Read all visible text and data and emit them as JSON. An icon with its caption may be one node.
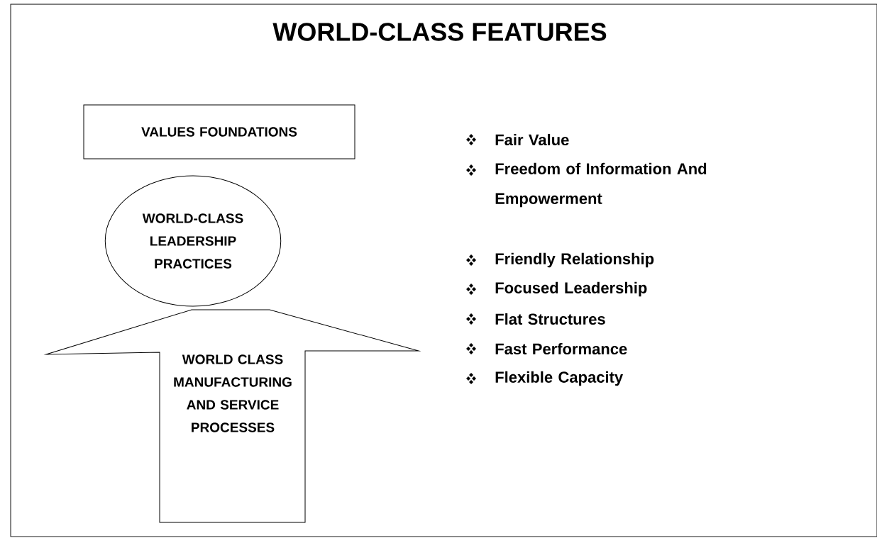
{
  "diagram": {
    "title": "WORLD-CLASS FEATURES",
    "nodes": [
      {
        "text": [
          "VALUES FOUNDATIONS"
        ]
      },
      {
        "text": [
          "WORLD-CLASS LEADERSHIP PRACTICES"
        ]
      },
      {
        "text": [
          "WORLD CLASS MANUFACTURING AND SERVICE PROCESSES"
        ]
      }
    ],
    "labels": [
      "Fair Value",
      "Freedom of Information And Empowerment",
      "Friendly Relationship",
      "Focused Leadership",
      "Flat Structures",
      "Fast Performance",
      "Flexible Capacity"
    ]
  }
}
